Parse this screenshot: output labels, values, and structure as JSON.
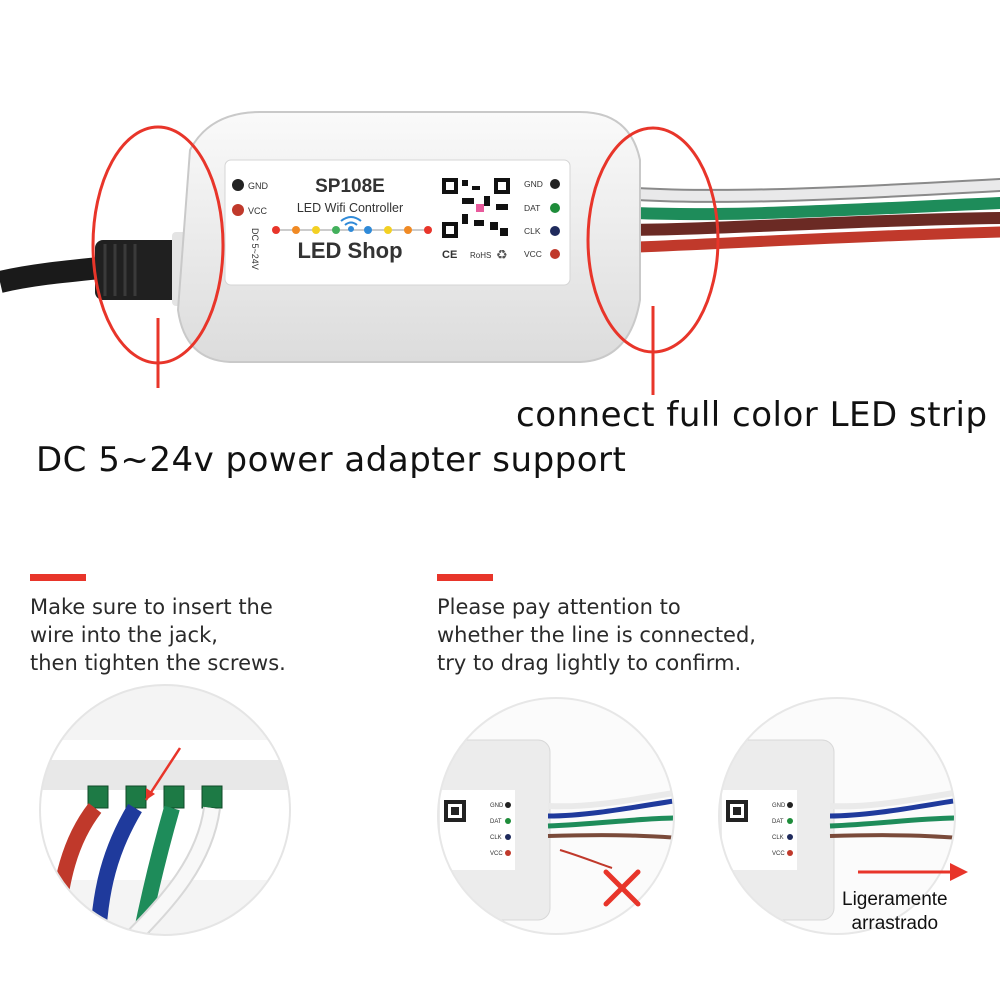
{
  "device": {
    "model": "SP108E",
    "subtitle": "LED Wifi Controller",
    "brand": "LED Shop",
    "left_pins": [
      "GND",
      "VCC"
    ],
    "input_spec": "DC 5~24V",
    "right_pins": [
      "GND",
      "DAT",
      "CLK",
      "VCC"
    ],
    "cert_marks": [
      "CE",
      "RoHS"
    ]
  },
  "captions": {
    "strip": "connect full color LED strip",
    "power": "DC 5~24v power adapter support"
  },
  "notes": [
    {
      "lines": [
        "Make sure to insert the",
        "wire into the jack,",
        "then tighten the screws."
      ]
    },
    {
      "lines": [
        "Please pay attention to",
        "whether the line is connected,",
        "try to drag lightly to confirm."
      ]
    }
  ],
  "detail": {
    "drag_label_line1": "Ligeramente",
    "drag_label_line2": "arrastrado",
    "small_pins": [
      "GND",
      "DAT",
      "CLK",
      "VCC"
    ]
  },
  "colors": {
    "accent_red": "#e8352a",
    "wire_red": "#c0392b",
    "wire_green": "#1e8c5a",
    "wire_blue": "#1f3a9c",
    "wire_white": "#e9e9ea"
  }
}
